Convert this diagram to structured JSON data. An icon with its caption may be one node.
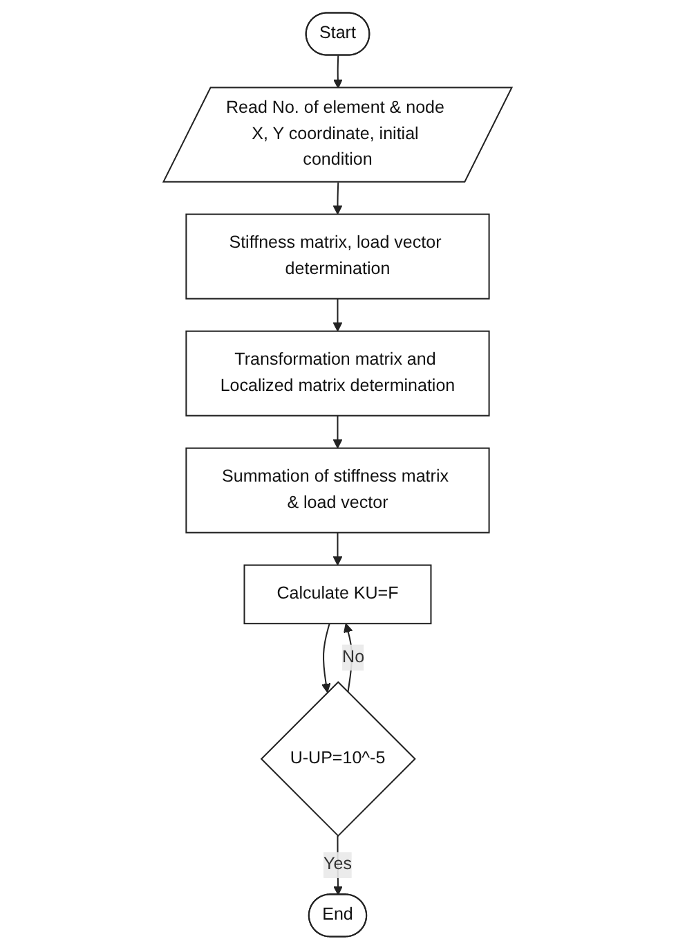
{
  "diagram": {
    "nodes": [
      {
        "text": [
          "Start"
        ]
      },
      {
        "text": [
          "Read No. of element & node X, Y coordinate, initial condition"
        ]
      },
      {
        "text": [
          "Stiffness matrix, load vector determination"
        ]
      },
      {
        "text": [
          "Transformation matrix and Localized matrix determination"
        ]
      },
      {
        "text": [
          "Summation of stiffness matrix & load vector"
        ]
      },
      {
        "text": [
          "Calculate KU=F"
        ]
      },
      {
        "text": [
          "U-UP=10^-5"
        ]
      },
      {
        "text": [
          "End"
        ]
      }
    ],
    "edges": [
      {
        "from": 0,
        "to": 1,
        "arrow": "to"
      },
      {
        "from": 1,
        "to": 2,
        "arrow": "to"
      },
      {
        "from": 2,
        "to": 3,
        "arrow": "to"
      },
      {
        "from": 3,
        "to": 4,
        "arrow": "to"
      },
      {
        "from": 4,
        "to": 5,
        "arrow": "to"
      },
      {
        "from": 5,
        "to": 6,
        "arrow": "to"
      },
      {
        "from": 6,
        "to": 5,
        "label": "No",
        "arrow": "to"
      },
      {
        "from": 6,
        "to": 7,
        "label": "Yes",
        "arrow": "to"
      }
    ]
  }
}
